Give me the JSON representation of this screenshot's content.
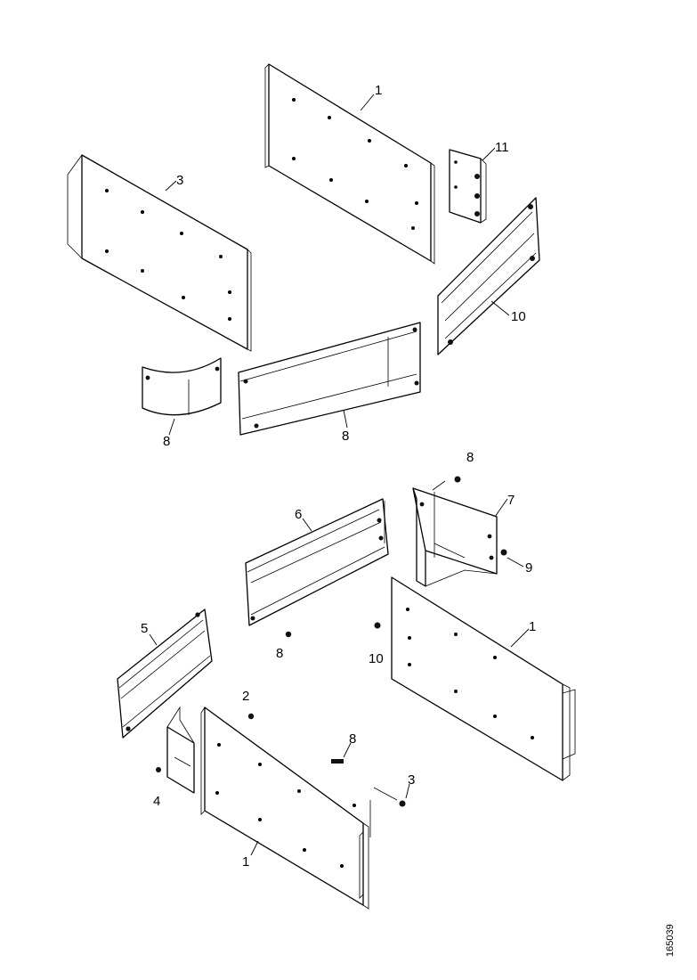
{
  "figure": {
    "id_label": "165039"
  },
  "callouts": {
    "top_1": "1",
    "top_11": "11",
    "top_3": "3",
    "top_10": "10",
    "top_8a": "8",
    "top_8b": "8",
    "bot_8a": "8",
    "bot_7": "7",
    "bot_6": "6",
    "bot_9": "9",
    "bot_8b": "8",
    "bot_10": "10",
    "bot_1": "1",
    "bot_5": "5",
    "bot_2": "2",
    "bot_8c": "8",
    "bot_4": "4",
    "bot_3": "3",
    "bot_1b": "1"
  }
}
